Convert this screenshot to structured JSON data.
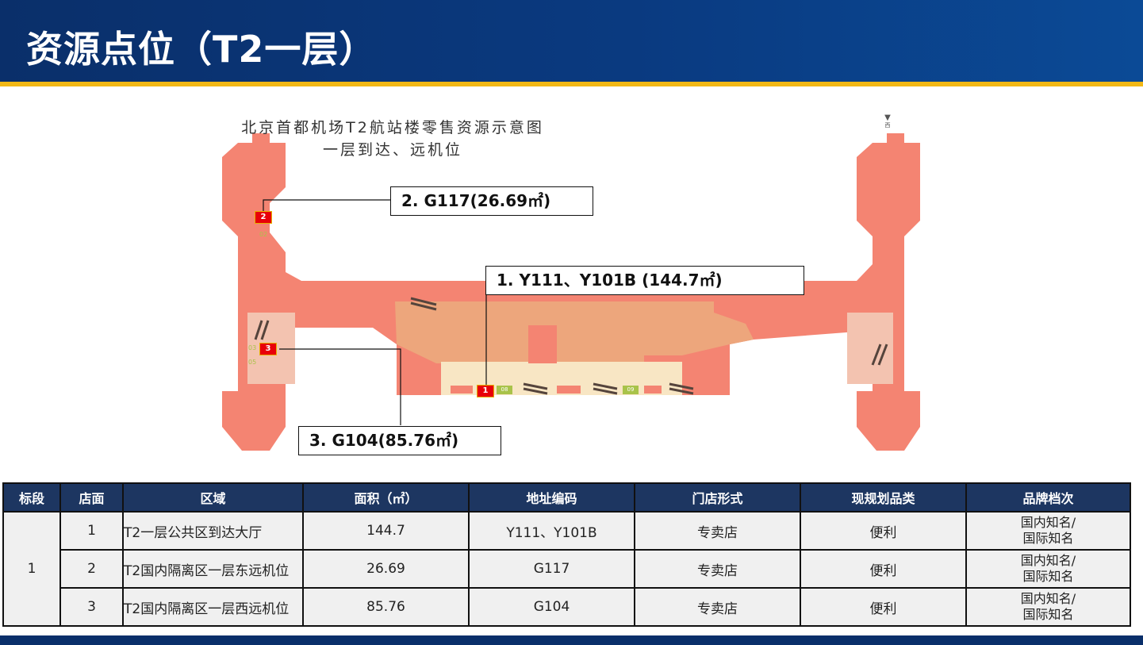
{
  "header": {
    "title": "资源点位（T2一层）"
  },
  "map": {
    "title": "北京首都机场T2航站楼零售资源示意图",
    "subtitle": "一层到达、远机位",
    "compass_label": "西",
    "callouts": [
      {
        "id": "1",
        "text": "1. Y111、Y101B (144.7㎡)"
      },
      {
        "id": "2",
        "text": "2. G117(26.69㎡)"
      },
      {
        "id": "3",
        "text": "3. G104(85.76㎡)"
      }
    ],
    "markers": [
      "1",
      "2",
      "3"
    ],
    "spot_labels": [
      "02",
      "03",
      "05",
      "08",
      "09"
    ],
    "colors": {
      "zone": "#f48472",
      "core": "#eda67c",
      "retail": "#f8e6c4",
      "marker": "#e8000a",
      "spot": "#a9c34a"
    }
  },
  "table": {
    "headers": [
      "标段",
      "店面",
      "区域",
      "面积（㎡）",
      "地址编码",
      "门店形式",
      "现规划品类",
      "品牌档次"
    ],
    "section": "1",
    "rows": [
      {
        "store": "1",
        "area": "T2一层公共区到达大厅",
        "size": "144.7",
        "code": "Y111、Y101B",
        "format": "专卖店",
        "category": "便利",
        "grade_1": "国内知名/",
        "grade_2": "国际知名"
      },
      {
        "store": "2",
        "area": "T2国内隔离区一层东远机位",
        "size": "26.69",
        "code": "G117",
        "format": "专卖店",
        "category": "便利",
        "grade_1": "国内知名/",
        "grade_2": "国际知名"
      },
      {
        "store": "3",
        "area": "T2国内隔离区一层西远机位",
        "size": "85.76",
        "code": "G104",
        "format": "专卖店",
        "category": "便利",
        "grade_1": "国内知名/",
        "grade_2": "国际知名"
      }
    ]
  }
}
